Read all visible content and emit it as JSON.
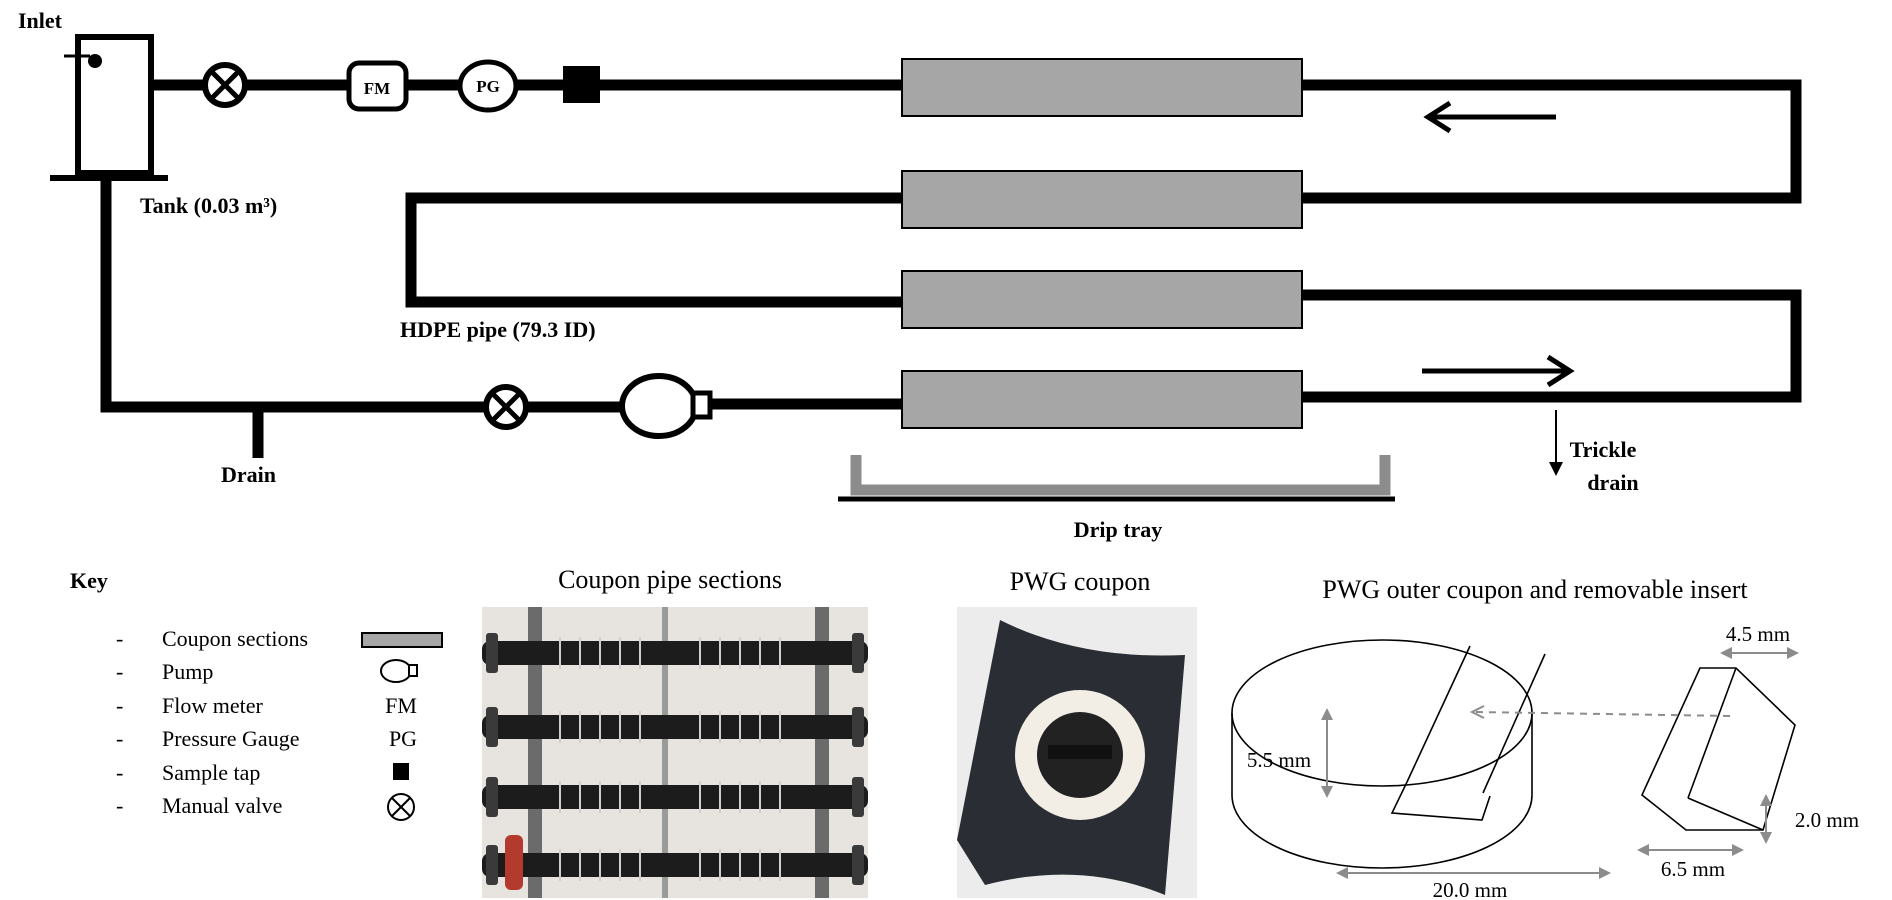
{
  "labels": {
    "inlet": "Inlet",
    "tank": "Tank (0.03 m³)",
    "hdpe_pipe": "HDPE pipe (79.3 ID)",
    "drain": "Drain",
    "drip_tray": "Drip tray",
    "trickle_drain_line1": "Trickle",
    "trickle_drain_line2": "drain",
    "flow_meter_symbol": "FM",
    "pressure_gauge_symbol": "PG"
  },
  "key": {
    "title": "Key",
    "items": [
      {
        "dash": "-",
        "label": "Coupon sections",
        "symbol": "coupon-rect"
      },
      {
        "dash": "-",
        "label": "Pump",
        "symbol": "pump"
      },
      {
        "dash": "-",
        "label": "Flow meter",
        "symbol_text": "FM"
      },
      {
        "dash": "-",
        "label": "Pressure Gauge",
        "symbol_text": "PG"
      },
      {
        "dash": "-",
        "label": "Sample tap",
        "symbol": "square"
      },
      {
        "dash": "-",
        "label": "Manual valve",
        "symbol": "valve"
      }
    ]
  },
  "panels": {
    "coupon_pipe_sections": "Coupon pipe sections",
    "pwg_coupon": "PWG coupon",
    "pwg_outer": "PWG outer coupon and removable insert"
  },
  "dimensions": {
    "insert_width": "4.5 mm",
    "height": "5.5 mm",
    "insert_height": "2.0 mm",
    "insert_length": "6.5 mm",
    "diameter": "20.0 mm"
  },
  "colors": {
    "coupon_fill": "#a6a6a6",
    "line": "#000000",
    "tray": "#8c8c8c"
  }
}
